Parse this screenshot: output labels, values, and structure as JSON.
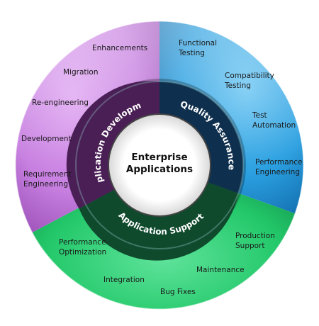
{
  "center": {
    "line1": "Enterprise",
    "line2": "Applications"
  },
  "segments": {
    "development": {
      "label": "Application Development",
      "color": "#c77fe0",
      "ring_color": "#4a1f55",
      "items": [
        "Enhancements",
        "Migration",
        "Re-engineering",
        "Development",
        "Requirement",
        "Engineering"
      ]
    },
    "qa": {
      "label": "Quality Assurance",
      "color": "#2a9fe0",
      "ring_color": "#0e2f4d",
      "items": [
        "Functional",
        "Testing",
        "Compatibility",
        "Testing",
        "Test",
        "Automation",
        "Performance",
        "Engineering"
      ]
    },
    "support": {
      "label": "Application Support",
      "color": "#23c86a",
      "ring_color": "#0f4a2d",
      "items": [
        "Performance",
        "Optimization",
        "Integration",
        "Bug Fixes",
        "Maintenance",
        "Production",
        "Support"
      ]
    }
  }
}
